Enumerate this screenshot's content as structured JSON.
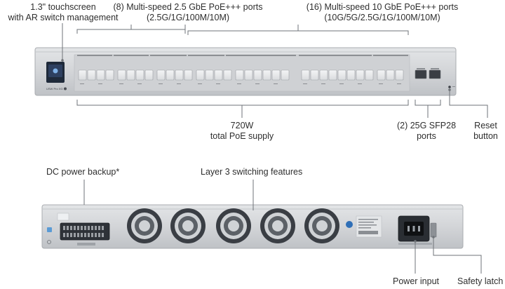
{
  "top_labels": {
    "touchscreen": [
      "1.3\" touchscreen",
      "with AR switch management"
    ],
    "ports_2_5g": [
      "(8) Multi-speed 2.5 GbE PoE+++ ports",
      "(2.5G/1G/100M/10M)"
    ],
    "ports_10g": [
      "(16) Multi-speed 10 GbE PoE+++ ports",
      "(10G/5G/2.5G/1G/100M/10M)"
    ],
    "poe_supply": [
      "720W",
      "total PoE supply"
    ],
    "sfp28": [
      "(2) 25G SFP28",
      "ports"
    ],
    "reset": [
      "Reset",
      "button"
    ]
  },
  "bottom_labels": {
    "dc_power": "DC power backup*",
    "layer3": "Layer 3 switching features",
    "power_input": "Power input",
    "safety_latch": "Safety latch"
  },
  "device": {
    "front_badge": "USW Pro XG",
    "fan_icons": [
      "fan-icon",
      "fan-icon",
      "fan-icon",
      "fan-icon",
      "fan-icon"
    ]
  },
  "colors": {
    "chassis": "#d4d6d9",
    "chassis_edge": "#a9acb0",
    "leader_line": "#6f7378",
    "screen": "#1f2a3a"
  }
}
